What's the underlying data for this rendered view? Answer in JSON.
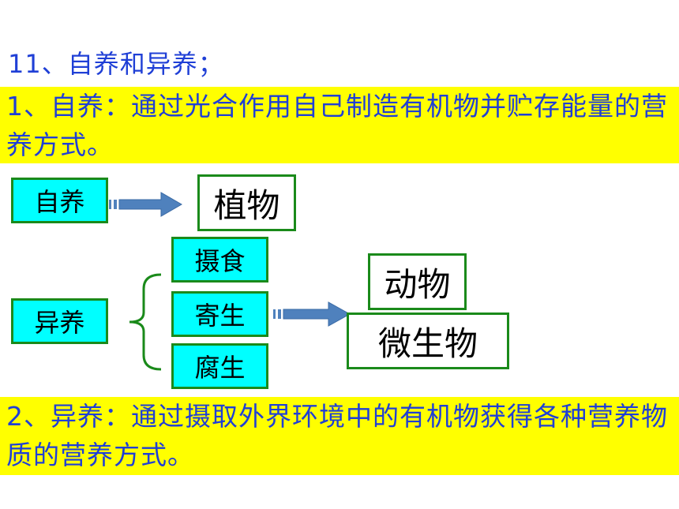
{
  "heading": "11、自养和异养；",
  "definitions": {
    "autotroph": "1、自养：通过光合作用自己制造有机物并贮存能量的营养方式。",
    "heterotroph": "2、异养：通过摄取外界环境中的有机物获得各种营养物质的营养方式。"
  },
  "diagram": {
    "autotroph_label": "自养",
    "autotroph_result": "植物",
    "heterotroph_label": "异养",
    "methods": [
      "摄食",
      "寄生",
      "腐生"
    ],
    "results": [
      "动物",
      "微生物"
    ]
  },
  "colors": {
    "text_blue": "#1f3fd6",
    "highlight": "#ffff00",
    "box_cyan": "#00ffff",
    "box_border": "#1a8a1a",
    "arrow_fill": "#4f81bd"
  }
}
